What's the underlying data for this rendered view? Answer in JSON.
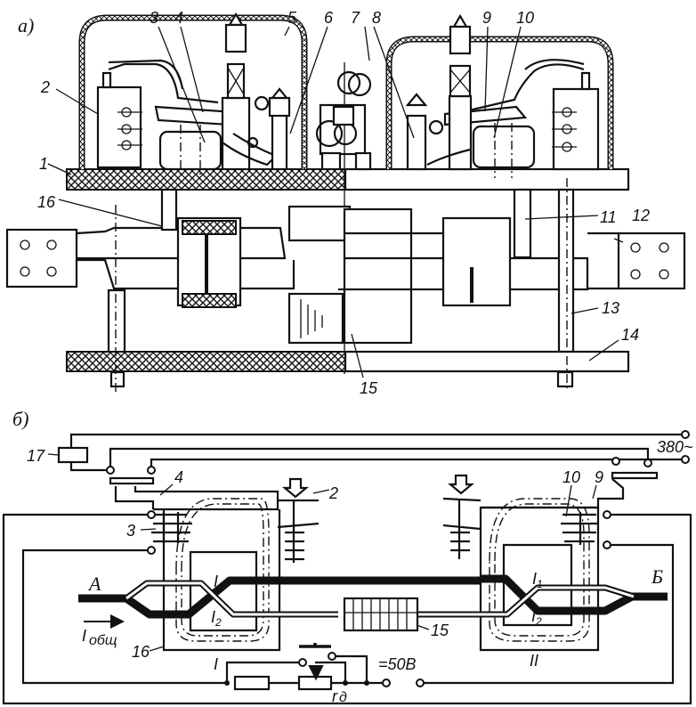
{
  "figure": {
    "part_a_label": "а)",
    "part_b_label": "б)"
  },
  "part_a": {
    "callouts": [
      {
        "id": "1",
        "text": "1"
      },
      {
        "id": "2",
        "text": "2"
      },
      {
        "id": "3",
        "text": "3"
      },
      {
        "id": "4",
        "text": "4"
      },
      {
        "id": "5",
        "text": "5"
      },
      {
        "id": "6",
        "text": "6"
      },
      {
        "id": "7",
        "text": "7"
      },
      {
        "id": "8",
        "text": "8"
      },
      {
        "id": "9",
        "text": "9"
      },
      {
        "id": "10",
        "text": "10"
      },
      {
        "id": "11",
        "text": "11"
      },
      {
        "id": "12",
        "text": "12"
      },
      {
        "id": "13",
        "text": "13"
      },
      {
        "id": "14",
        "text": "14"
      },
      {
        "id": "15",
        "text": "15"
      },
      {
        "id": "16",
        "text": "16"
      }
    ]
  },
  "part_b": {
    "callouts": {
      "c17": "17",
      "c4": "4",
      "c2": "2",
      "c3": "3",
      "c10": "10",
      "c9": "9",
      "c16": "16",
      "c15": "15"
    },
    "supply_ac": "380~",
    "supply_dc": "=50В",
    "bus_left": "А",
    "bus_right": "Б",
    "current_total": "I",
    "current_total_sub": "общ",
    "current_1": "I",
    "current_1_sub": "1",
    "current_2": "I",
    "current_2_sub": "2",
    "relay_left": "I",
    "relay_right": "II",
    "rheostat": "r",
    "rheostat_sub": "д"
  }
}
